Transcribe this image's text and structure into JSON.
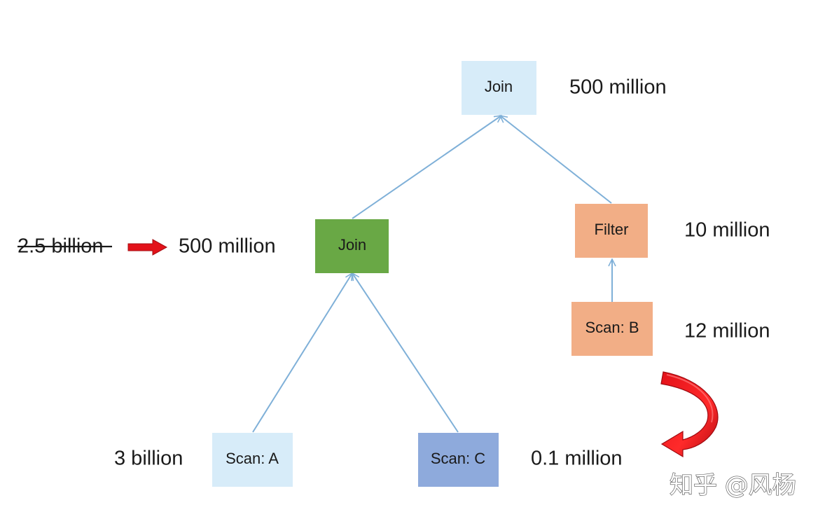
{
  "nodes": {
    "join_top": {
      "label": "Join",
      "color": "#d7ecf9"
    },
    "join_left": {
      "label": "Join",
      "color": "#69a845"
    },
    "filter": {
      "label": "Filter",
      "color": "#f2ae86"
    },
    "scan_b": {
      "label": "Scan: B",
      "color": "#f2ae86"
    },
    "scan_a": {
      "label": "Scan: A",
      "color": "#d7ecf9"
    },
    "scan_c": {
      "label": "Scan: C",
      "color": "#8eaadc"
    }
  },
  "counts": {
    "join_top": "500 million",
    "join_left_old": "2.5 billion",
    "join_left_new": "500 million",
    "filter": "10 million",
    "scan_b": "12 million",
    "scan_a": "3 billion",
    "scan_c": "0.1 million"
  },
  "edges": [
    {
      "from": "join_left",
      "to": "join_top"
    },
    {
      "from": "filter",
      "to": "join_top"
    },
    {
      "from": "scan_b",
      "to": "filter"
    },
    {
      "from": "scan_a",
      "to": "join_left"
    },
    {
      "from": "scan_c",
      "to": "join_left"
    }
  ],
  "colors": {
    "edge": "#7fb0d8",
    "red_arrow": "#e3121a"
  },
  "icons": {
    "replace_arrow": "red-right-arrow-icon",
    "swap_arrow": "red-curved-arrow-icon"
  },
  "watermark": "知乎 @风杨"
}
